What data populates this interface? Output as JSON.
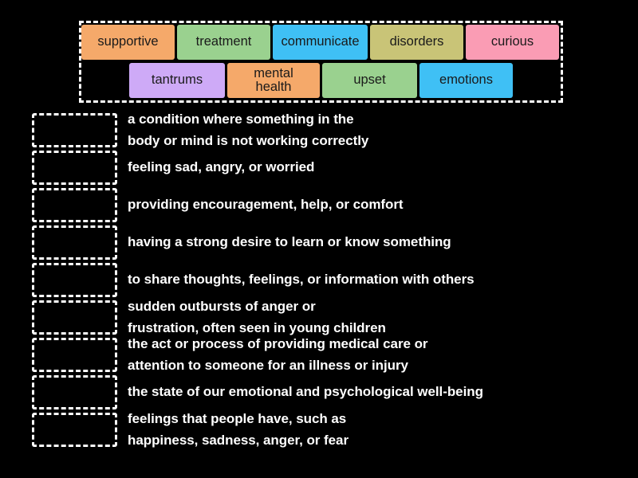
{
  "app": {
    "type": "match-up-drag-and-drop-activity",
    "background_color": "#000000",
    "text_color": "#ffffff"
  },
  "word_bank": {
    "border_style": "dashed-white",
    "rows": [
      [
        {
          "label": "supportive",
          "color": "#f5a96a",
          "text_color": "#1a1a1a",
          "icon": "word-tile"
        },
        {
          "label": "treatment",
          "color": "#9ad18f",
          "text_color": "#1a1a1a",
          "icon": "word-tile"
        },
        {
          "label": "communicate",
          "color": "#3fc0f5",
          "text_color": "#1a1a1a",
          "icon": "word-tile"
        },
        {
          "label": "disorders",
          "color": "#c9c477",
          "text_color": "#1a1a1a",
          "icon": "word-tile"
        },
        {
          "label": "curious",
          "color": "#fa9cb4",
          "text_color": "#1a1a1a",
          "icon": "word-tile"
        }
      ],
      [
        {
          "label": "tantrums",
          "color": "#ceaaf7",
          "text_color": "#1a1a1a",
          "icon": "word-tile"
        },
        {
          "label": "mental health",
          "label_line_1": "mental",
          "label_line_2": "health",
          "color": "#f5a96a",
          "text_color": "#1a1a1a",
          "icon": "word-tile"
        },
        {
          "label": "upset",
          "color": "#9ad18f",
          "text_color": "#1a1a1a",
          "icon": "word-tile"
        },
        {
          "label": "emotions",
          "color": "#3fc0f5",
          "text_color": "#1a1a1a",
          "icon": "word-tile"
        }
      ]
    ]
  },
  "definitions": [
    {
      "drop_placeholder": "",
      "line_1": "a condition where something in the",
      "line_2": "body or mind is not working correctly"
    },
    {
      "drop_placeholder": "",
      "line_1": "feeling sad, angry, or worried",
      "line_2": ""
    },
    {
      "drop_placeholder": "",
      "line_1": "providing encouragement, help, or comfort",
      "line_2": ""
    },
    {
      "drop_placeholder": "",
      "line_1": "having a strong desire to learn or know something",
      "line_2": ""
    },
    {
      "drop_placeholder": "",
      "line_1": "to share thoughts, feelings, or information with others",
      "line_2": ""
    },
    {
      "drop_placeholder": "",
      "line_1": "sudden outbursts of anger or",
      "line_2": "frustration, often seen in young children"
    },
    {
      "drop_placeholder": "",
      "line_1": "the act or process of providing medical care or",
      "line_2": "attention to someone for an illness or injury"
    },
    {
      "drop_placeholder": "",
      "line_1": "the state of our emotional and psychological well-being",
      "line_2": ""
    },
    {
      "drop_placeholder": "",
      "line_1": "feelings that people have, such as",
      "line_2": "happiness, sadness, anger, or fear"
    }
  ]
}
